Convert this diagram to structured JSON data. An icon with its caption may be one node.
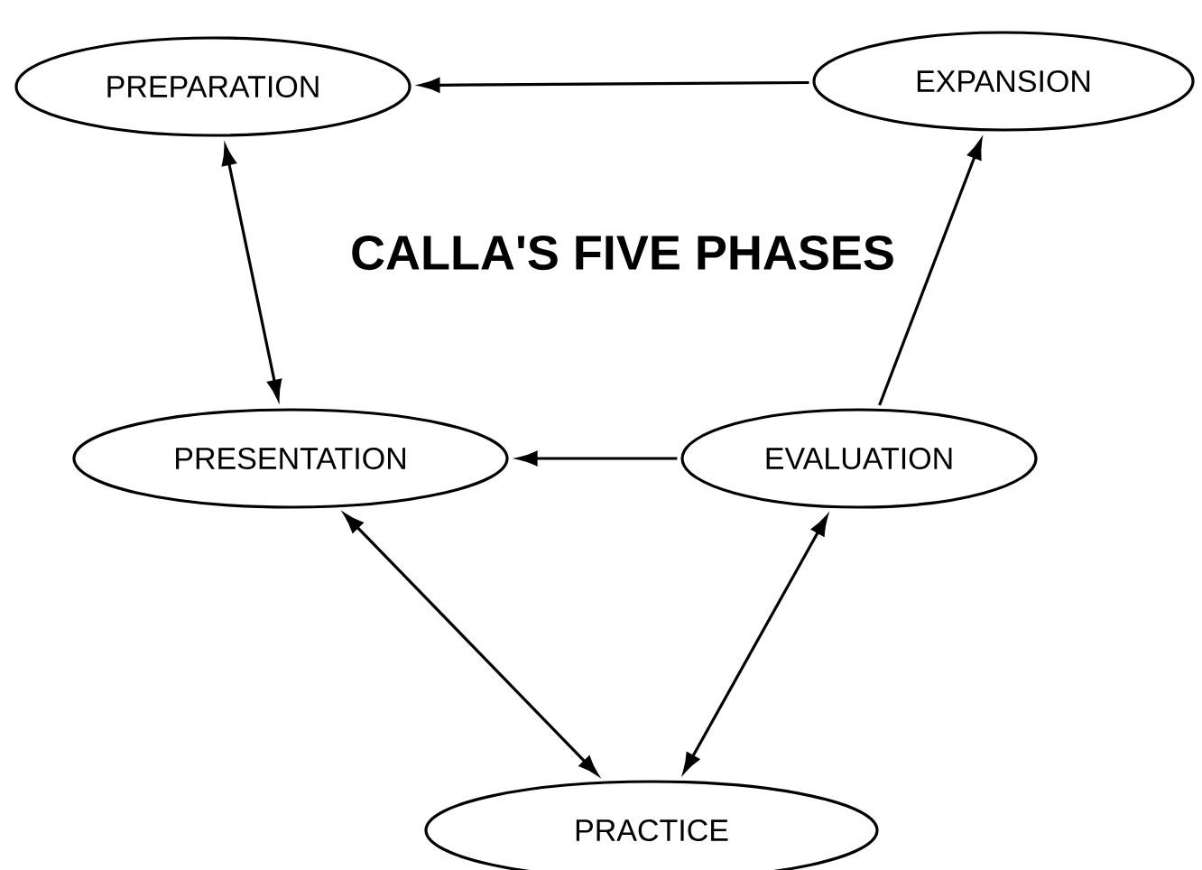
{
  "diagram": {
    "title": "CALLA'S FIVE PHASES",
    "nodes": [
      {
        "text": [
          "PREPARATION"
        ]
      },
      {
        "text": [
          "EXPANSION"
        ]
      },
      {
        "text": [
          "PRESENTATION"
        ]
      },
      {
        "text": [
          "EVALUATION"
        ]
      },
      {
        "text": [
          "PRACTICE"
        ]
      }
    ],
    "edges": [
      {
        "from": 1,
        "to": 0,
        "arrow": "to"
      },
      {
        "from": 0,
        "to": 2,
        "arrow": "both"
      },
      {
        "from": 3,
        "to": 2,
        "arrow": "to"
      },
      {
        "from": 3,
        "to": 1,
        "arrow": "to"
      },
      {
        "from": 2,
        "to": 4,
        "arrow": "both"
      },
      {
        "from": 4,
        "to": 3,
        "arrow": "both"
      }
    ]
  }
}
